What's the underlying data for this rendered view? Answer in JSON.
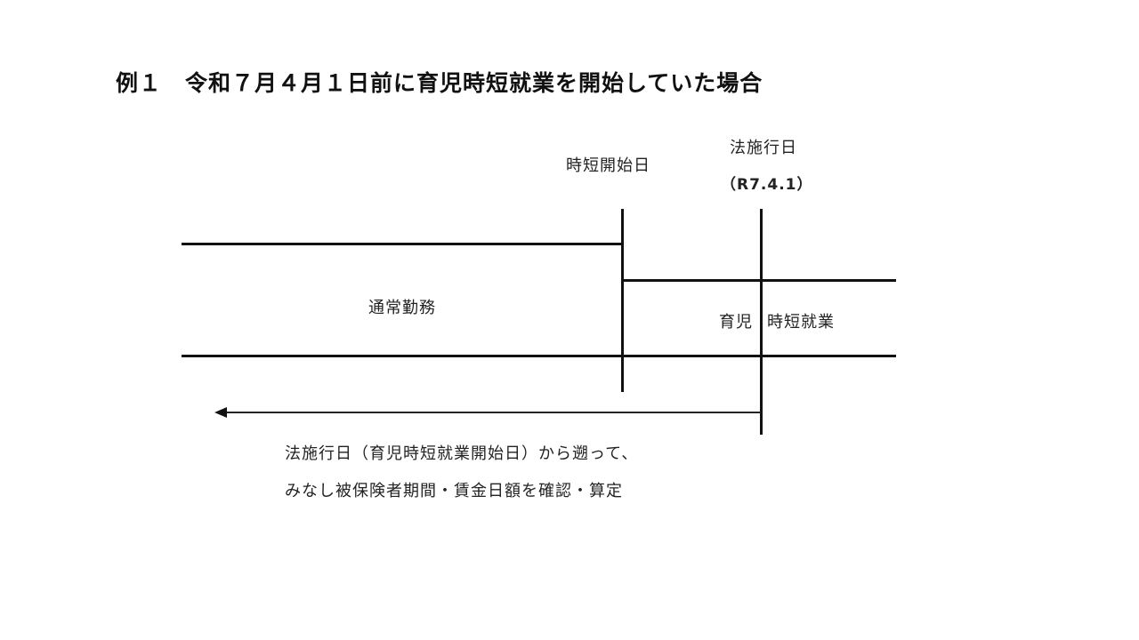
{
  "title": {
    "prefix": "例１",
    "text": "令和７月４月１日前に育児時短就業を開始していた場合"
  },
  "labels": {
    "start_date": "時短開始日",
    "enforcement_date": "法施行日",
    "enforcement_date_value": "（R7.4.1）",
    "normal_work": "通常勤務",
    "childcare_part1": "育児",
    "childcare_part2": "時短就業"
  },
  "note": {
    "line1": "法施行日（育児時短就業開始日）から遡って、",
    "line2": "みなし被保険者期間・賃金日額を確認・算定"
  },
  "colors": {
    "line": "#111111",
    "text": "#222222",
    "background": "#ffffff"
  }
}
